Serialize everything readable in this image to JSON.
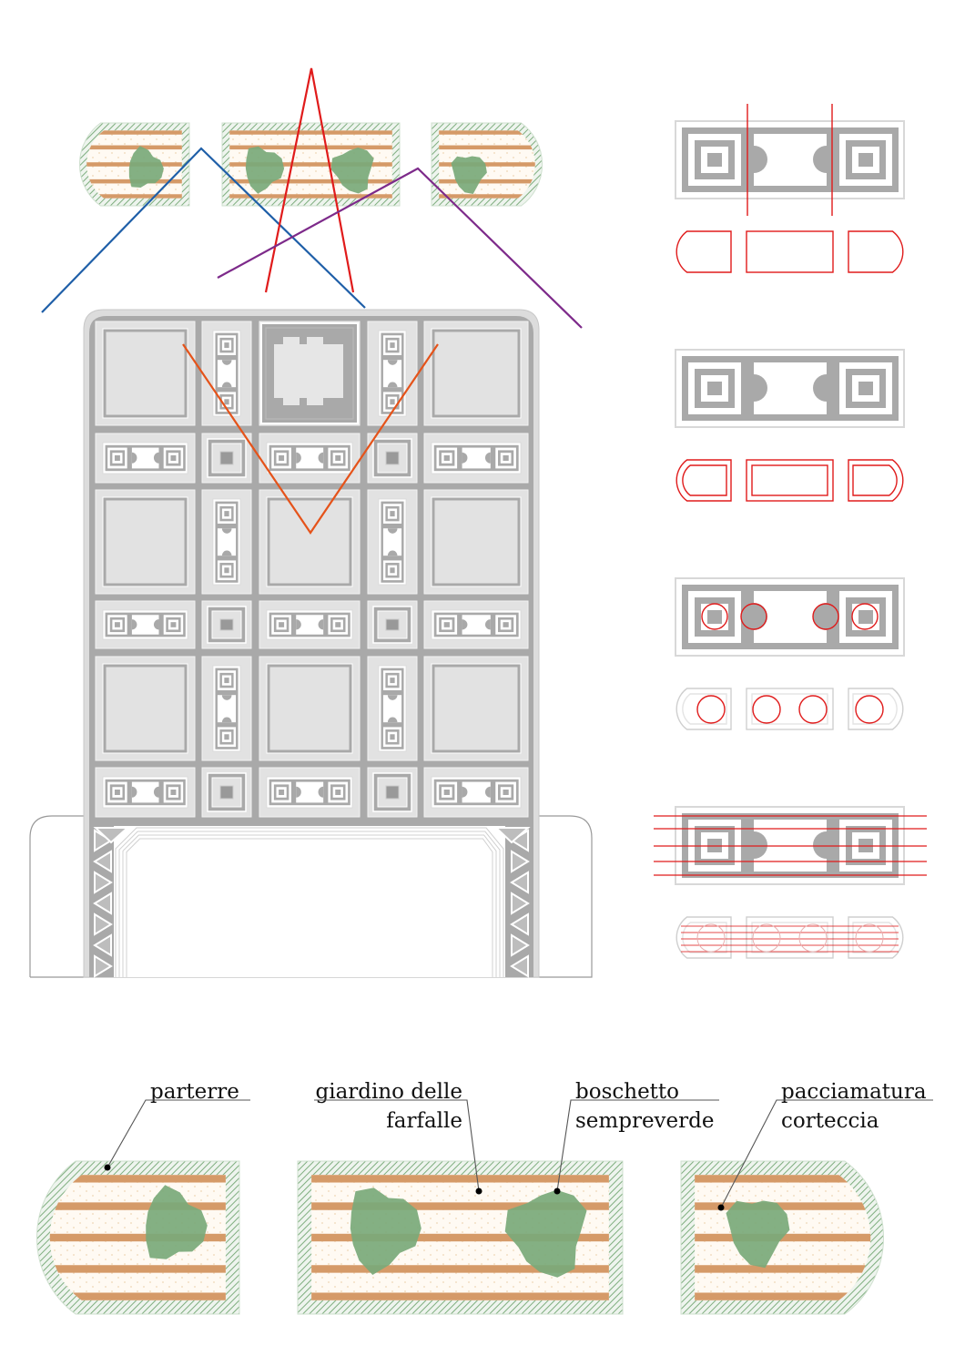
{
  "labels": {
    "parterre": "parterre",
    "giardino_line1": "giardino delle",
    "giardino_line2": "farfalle",
    "boschetto_line1": "boschetto",
    "boschetto_line2": "sempreverde",
    "pacciamatura_line1": "pacciamatura",
    "pacciamatura_line2": "corteccia"
  },
  "colors": {
    "plan_dark": "#a9a9a9",
    "plan_light": "#e2e2e2",
    "hedge": "#7fae7f",
    "stripe": "#d59a68",
    "blob": "#7aa97a",
    "blue": "#1f5fa8",
    "red": "#e01b1b",
    "purple": "#7d2a8a",
    "orange": "#e5531a"
  }
}
